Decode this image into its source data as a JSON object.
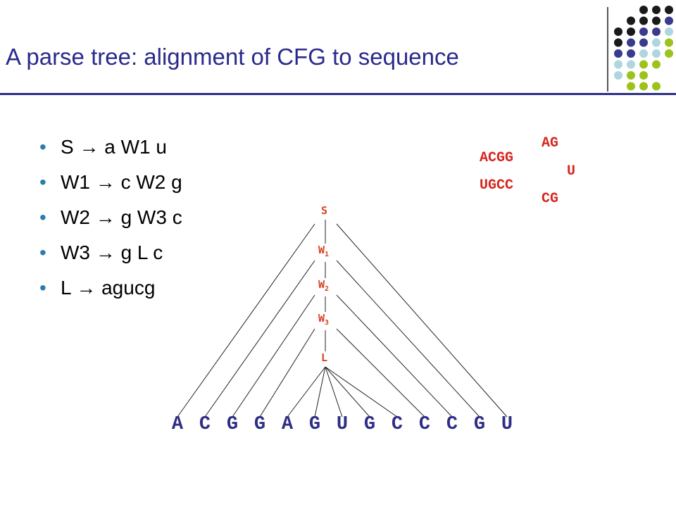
{
  "slide": {
    "title": "A parse tree: alignment of CFG to sequence"
  },
  "rules": [
    {
      "lhs": "S",
      "rhs": "a W1 u"
    },
    {
      "lhs": "W1",
      "rhs": "c W2 g"
    },
    {
      "lhs": "W2",
      "rhs": "g W3 c"
    },
    {
      "lhs": "W3",
      "rhs": "g  L  c"
    },
    {
      "lhs": "L",
      "rhs": "agucg"
    }
  ],
  "arrow_symbol": "→",
  "bullet_symbol": "•",
  "tree": {
    "nodes": [
      {
        "label": "S",
        "sub": ""
      },
      {
        "label": "W",
        "sub": "1"
      },
      {
        "label": "W",
        "sub": "2"
      },
      {
        "label": "W",
        "sub": "3"
      },
      {
        "label": "L",
        "sub": ""
      }
    ],
    "sequence": [
      "A",
      "C",
      "G",
      "G",
      "A",
      "G",
      "U",
      "G",
      "C",
      "C",
      "C",
      "G",
      "U"
    ]
  },
  "hairpin": {
    "stem_top": "ACGG",
    "stem_bottom": "UGCC",
    "loop_top": "AG",
    "loop_mid": "U",
    "loop_bottom": "CG"
  },
  "colors": {
    "title": "#2a2a8c",
    "sequence": "#2e2e86",
    "node": "#d9411e",
    "hairpin": "#d7261e",
    "dot_black": "#1a1a1a",
    "dot_navy": "#3a3a8e",
    "dot_lightblue": "#aed6e0",
    "dot_green": "#9cc31c"
  }
}
